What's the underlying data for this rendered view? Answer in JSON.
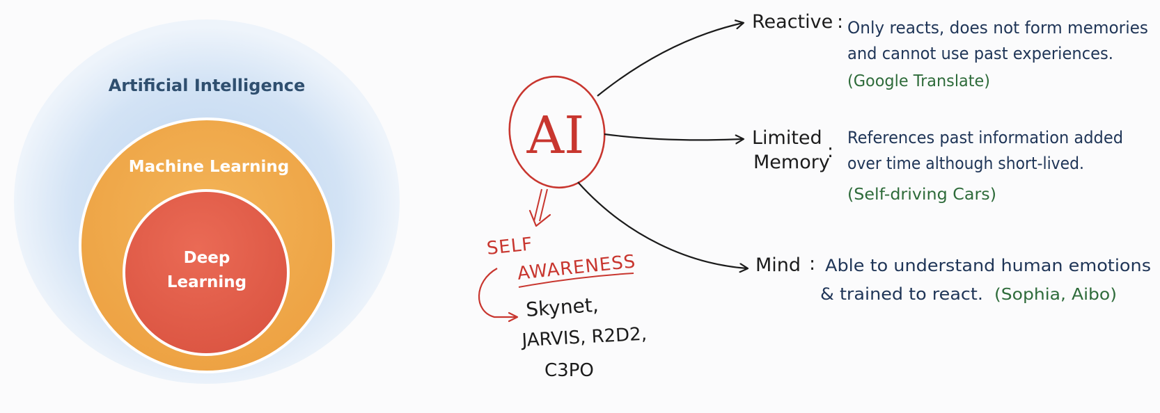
{
  "venn": {
    "outer_label": "Artificial Intelligence",
    "middle_label": "Machine Learning",
    "inner_label_line1": "Deep",
    "inner_label_line2": "Learning",
    "colors": {
      "outer_label": "#2f4f6f",
      "outer_fill_center": "#c9dcf1",
      "outer_fill_edge": "#eef4fb",
      "middle_fill": "#f0ab4c",
      "inner_fill": "#e5604a",
      "ring_stroke": "#ffffff",
      "light_text": "#ffffff"
    }
  },
  "hub": {
    "label": "AI",
    "color": "#c8362f"
  },
  "branches": [
    {
      "name_line1": "Reactive",
      "name_line2": "",
      "colon": ":",
      "desc_line1": "Only reacts, does not form memories",
      "desc_line2": "and cannot use past experiences.",
      "example": "(Google Translate)"
    },
    {
      "name_line1": "Limited",
      "name_line2": "Memory",
      "colon": ":",
      "desc_line1": "References past information added",
      "desc_line2": "over time although short-lived.",
      "example": "(Self-driving Cars)"
    },
    {
      "name_line1": "Mind",
      "name_line2": "",
      "colon": ":",
      "desc_line1": "Able to understand human emotions",
      "desc_line2": "& trained to react.",
      "example": "(Sophia, Aibo)"
    }
  ],
  "self_awareness": {
    "label_line1": "SELF",
    "label_line2": "AWARENESS",
    "examples_line1": "Skynet,",
    "examples_line2": "JARVIS, R2D2,",
    "examples_line3": "C3PO"
  },
  "colors": {
    "ink": "#1b1b1b",
    "desc_ink": "#1f3557",
    "example_ink": "#2e6b3a",
    "accent_red": "#c8362f"
  }
}
